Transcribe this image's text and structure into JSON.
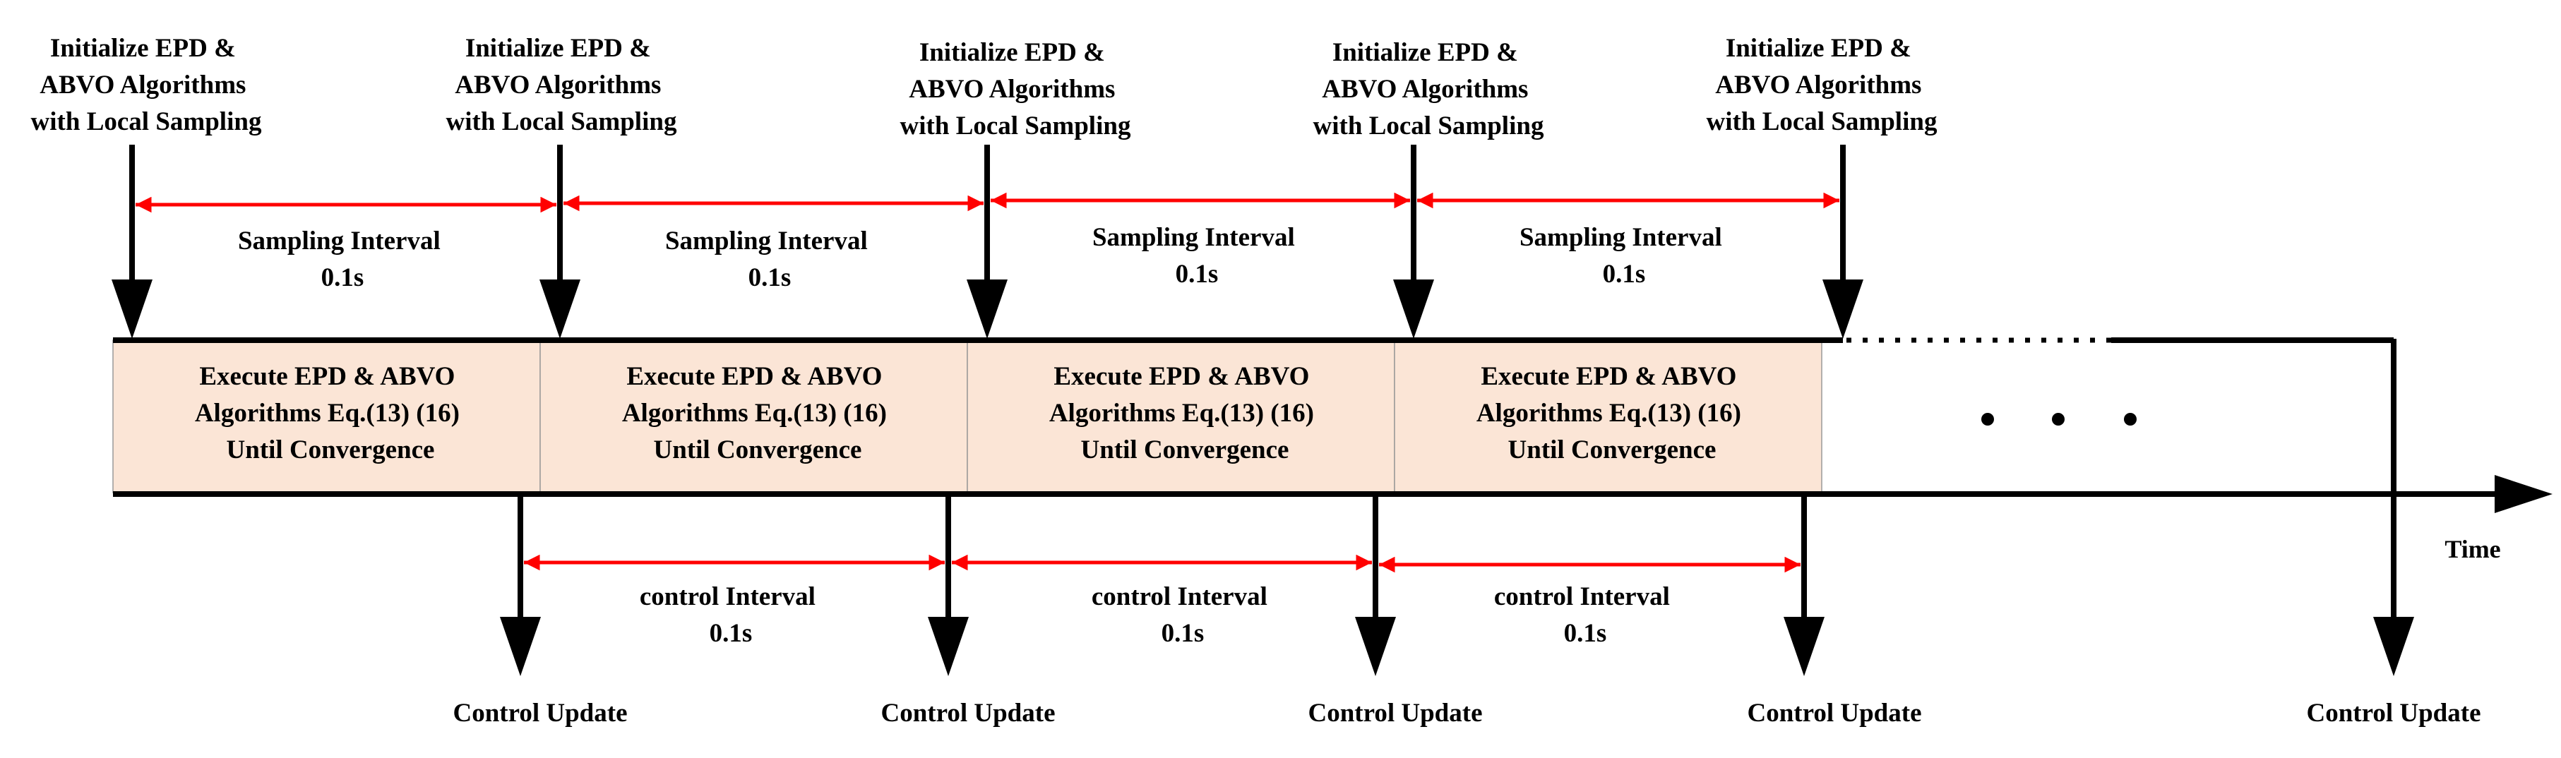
{
  "init_labels": [
    [
      "Initialize EPD &",
      "ABVO Algorithms",
      "with Local Sampling"
    ],
    [
      "Initialize EPD &",
      "ABVO Algorithms",
      "with Local Sampling"
    ],
    [
      "Initialize EPD &",
      "ABVO Algorithms",
      "with Local Sampling"
    ],
    [
      "Initialize EPD &",
      "ABVO Algorithms",
      "with Local Sampling"
    ],
    [
      "Initialize EPD &",
      "ABVO Algorithms",
      "with Local Sampling"
    ]
  ],
  "sampling_intervals": [
    [
      "Sampling Interval",
      "0.1s"
    ],
    [
      "Sampling Interval",
      "0.1s"
    ],
    [
      "Sampling Interval",
      "0.1s"
    ],
    [
      "Sampling Interval",
      "0.1s"
    ]
  ],
  "execute_blocks": [
    [
      "Execute EPD & ABVO",
      "Algorithms Eq.(13) (16)",
      "Until Convergence"
    ],
    [
      "Execute EPD & ABVO",
      "Algorithms Eq.(13) (16)",
      "Until Convergence"
    ],
    [
      "Execute EPD & ABVO",
      "Algorithms Eq.(13) (16)",
      "Until Convergence"
    ],
    [
      "Execute EPD & ABVO",
      "Algorithms Eq.(13) (16)",
      "Until Convergence"
    ]
  ],
  "control_intervals": [
    [
      "control Interval",
      "0.1s"
    ],
    [
      "control Interval",
      "0.1s"
    ],
    [
      "control Interval",
      "0.1s"
    ]
  ],
  "control_updates": [
    "Control Update",
    "Control Update",
    "Control Update",
    "Control Update",
    "Control Update"
  ],
  "time_label": "Time",
  "colors": {
    "block_fill": "#fbe5d6",
    "interval_arrow": "#ff0000",
    "line": "#000000"
  }
}
